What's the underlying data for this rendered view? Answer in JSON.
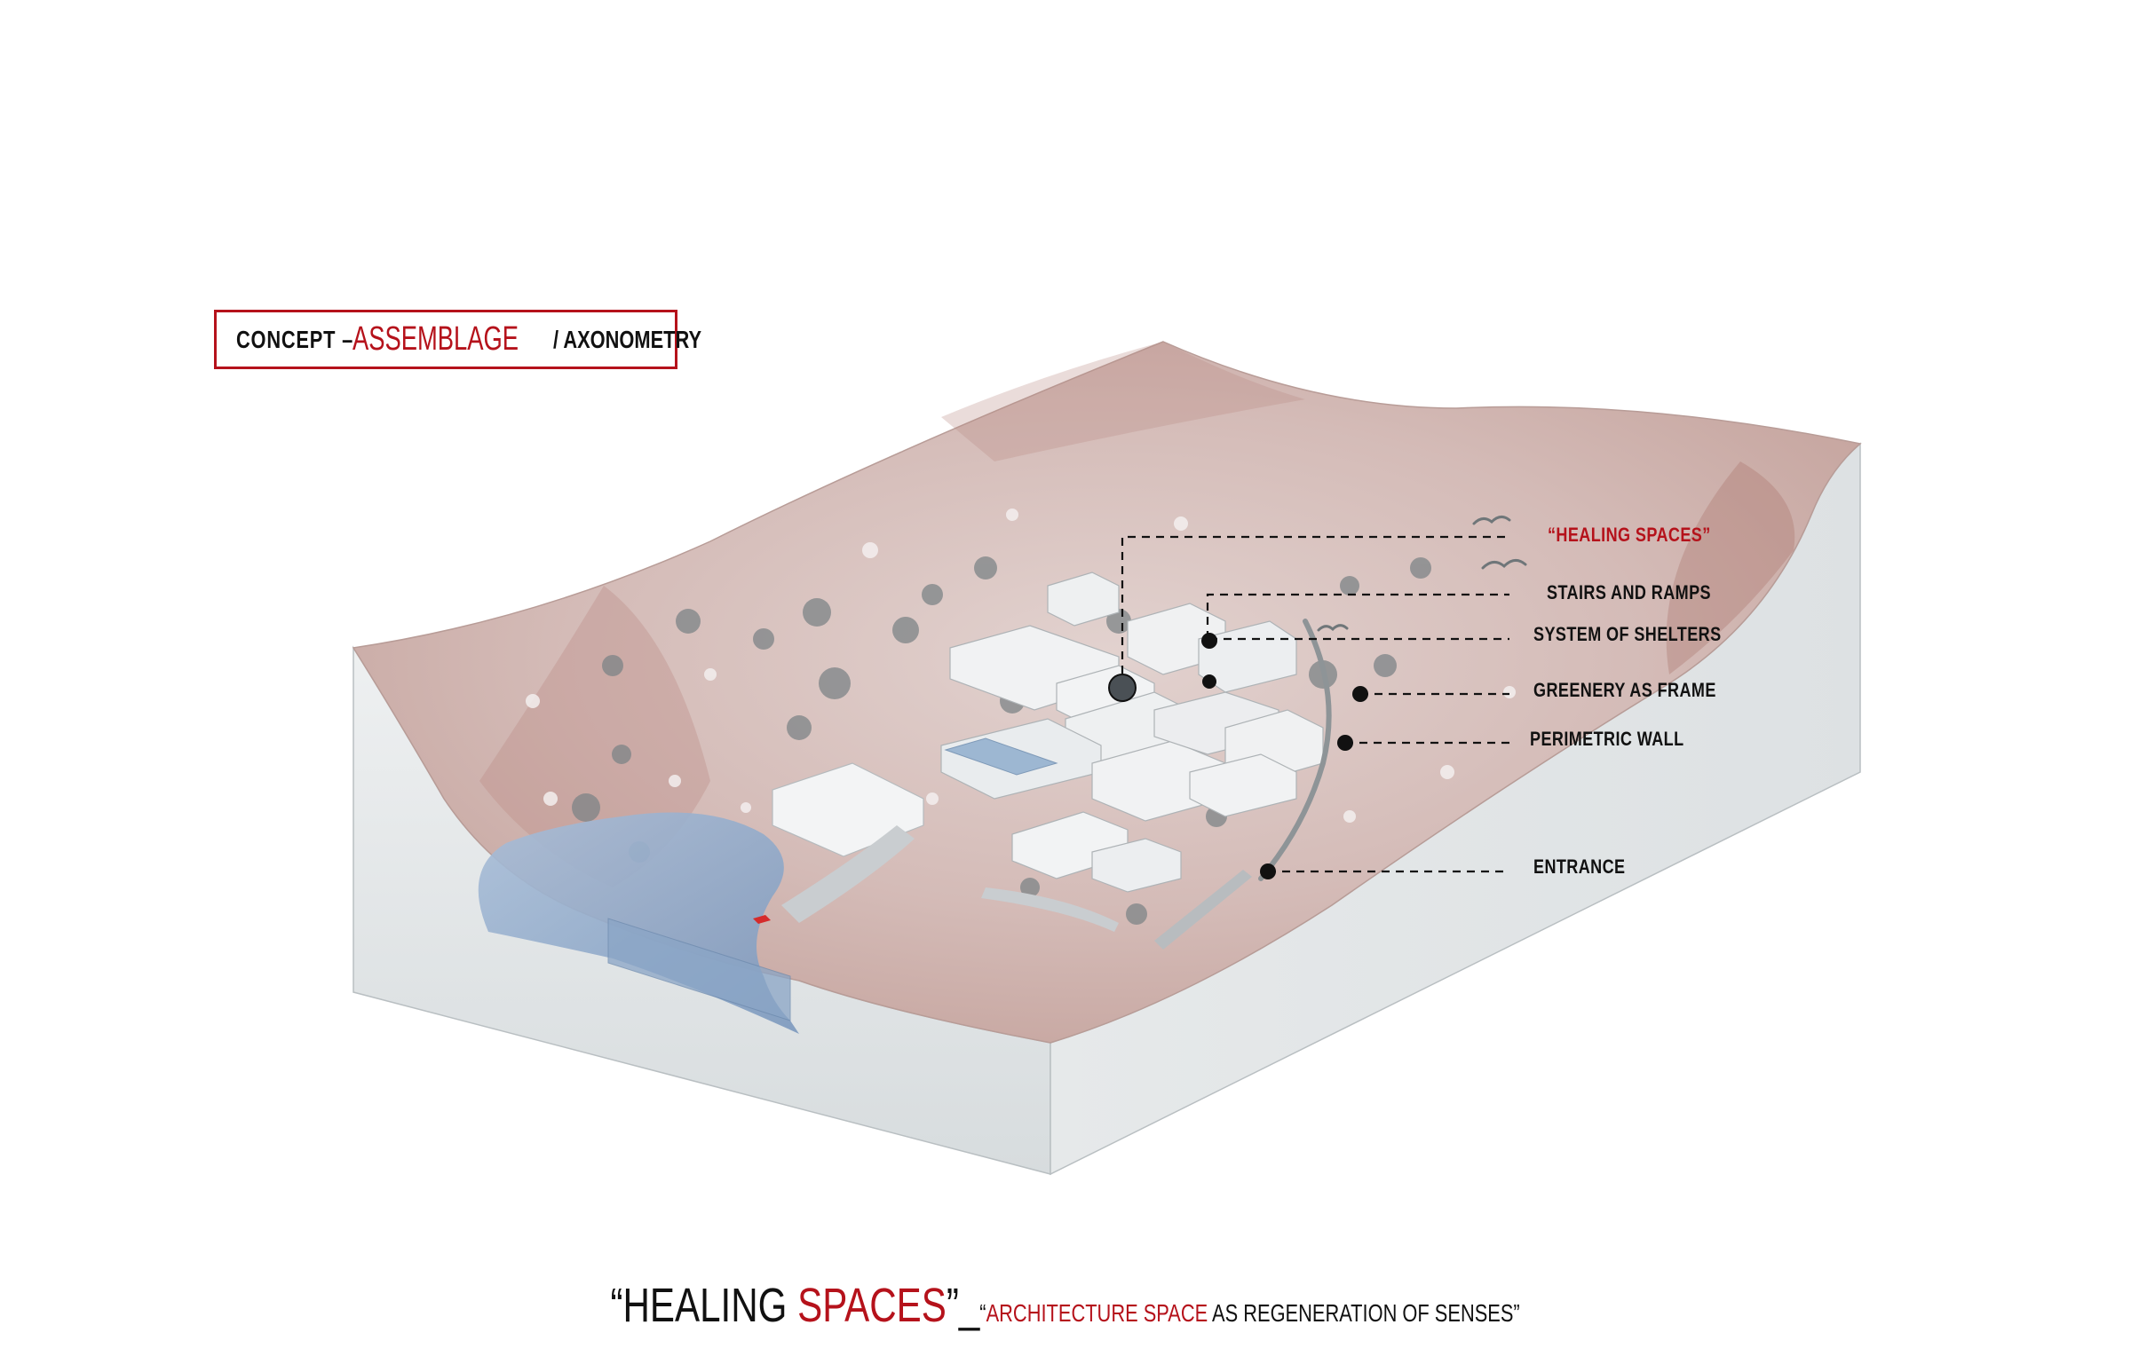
{
  "header": {
    "concept": "CONCEPT –",
    "assemblage": "ASSEMBLAGE",
    "axonometry": "/ AXONOMETRY"
  },
  "annotations": [
    {
      "id": "healing-spaces",
      "text": "“HEALING SPACES”",
      "accent": true
    },
    {
      "id": "stairs-and-ramps",
      "text": "STAIRS AND RAMPS",
      "accent": false
    },
    {
      "id": "system-of-shelters",
      "text": "SYSTEM OF SHELTERS",
      "accent": false
    },
    {
      "id": "greenery-as-frame",
      "text": "GREENERY AS FRAME",
      "accent": false
    },
    {
      "id": "perimetric-wall",
      "text": "PERIMETRIC WALL",
      "accent": false
    },
    {
      "id": "entrance",
      "text": "ENTRANCE",
      "accent": false
    }
  ],
  "footer": {
    "quote_open": "“HEALING ",
    "quote_red": "SPACES",
    "quote_close": "”_",
    "sub_open": "“",
    "sub_red": "ARCHITECTURE SPACE",
    "sub_rest": " AS REGENERATION OF SENSES”"
  },
  "colors": {
    "accent": "#b5121b",
    "terrain": "#d9c4c0",
    "terrain_dark": "#8c4a42",
    "water": "#8fa9c8",
    "cut_face": "#e4e7e8"
  }
}
